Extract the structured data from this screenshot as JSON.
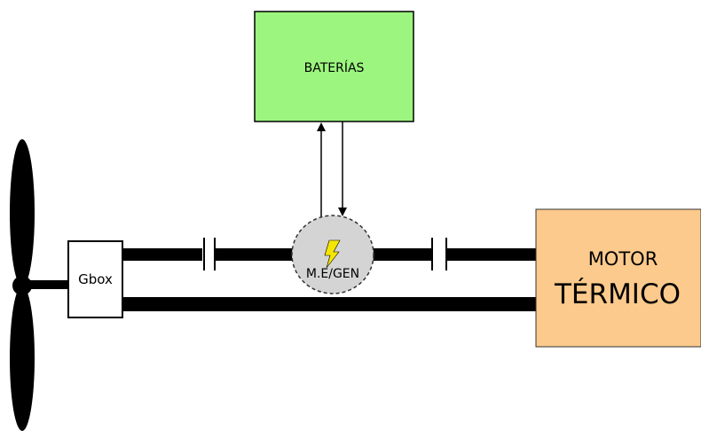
{
  "batteries": {
    "label": "BATERÍAS",
    "color": "#9cf57e"
  },
  "gearbox": {
    "label": "Gbox"
  },
  "motor_generator": {
    "label": "M.E/GEN",
    "color": "#d4d4d4",
    "bolt_color": "#f5e600"
  },
  "engine": {
    "line1": "MOTOR",
    "line2": "TÉRMICO",
    "color": "#fcca8c"
  },
  "propeller": {
    "color": "#000000"
  }
}
